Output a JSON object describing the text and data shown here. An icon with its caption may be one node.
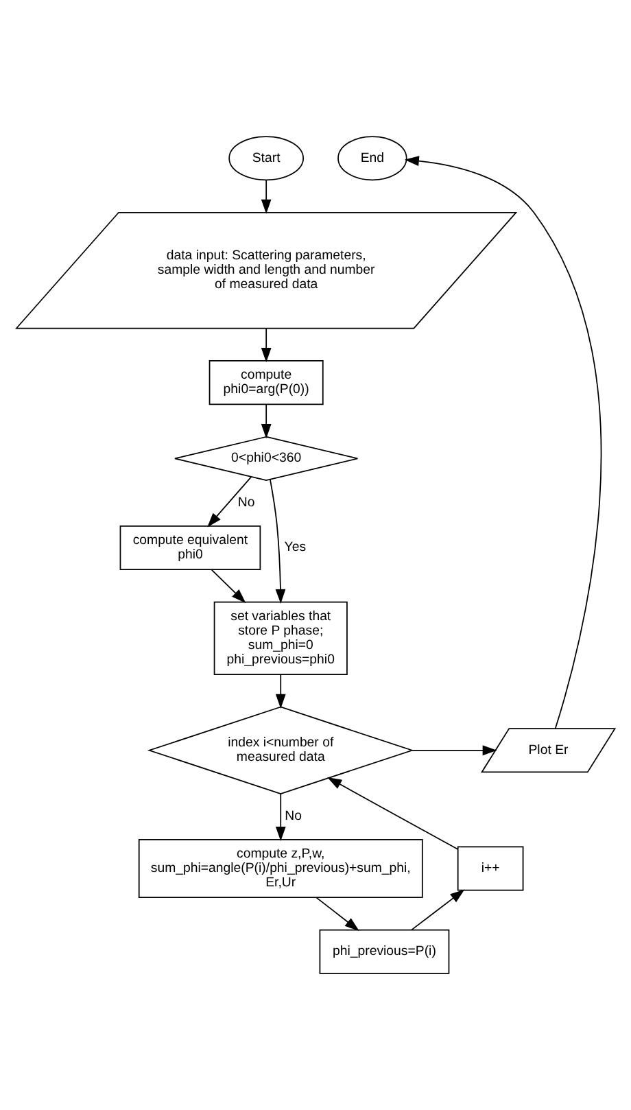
{
  "diagram": {
    "nodes": [
      {
        "text": [
          "Start"
        ]
      },
      {
        "text": [
          "data input: Scattering parameters, sample width and length and number of measured data"
        ]
      },
      {
        "text": [
          "compute phi0=arg(P(0))"
        ]
      },
      {
        "text": [
          "0<phi0<360"
        ]
      },
      {
        "text": [
          "compute equivalent phi0"
        ]
      },
      {
        "text": [
          "set variables that store P phase; sum_phi=0 phi_previous=phi0"
        ]
      },
      {
        "text": [
          "End"
        ]
      },
      {
        "text": [
          "index i<number of measured data"
        ]
      },
      {
        "text": [
          "Plot Er"
        ]
      },
      {
        "text": [
          "i++"
        ]
      },
      {
        "text": [
          "compute z,P,w, sum_phi=angle(P(i)/phi_previous)+sum_phi, Er,Ur"
        ]
      },
      {
        "text": [
          "phi_previous=P(i)"
        ]
      }
    ],
    "edges": [
      {
        "from": 0,
        "to": 1,
        "arrow": "to"
      },
      {
        "from": 1,
        "to": 2,
        "arrow": "to"
      },
      {
        "from": 2,
        "to": 3,
        "arrow": "to"
      },
      {
        "from": 3,
        "to": 4,
        "arrow": "to",
        "label": "No"
      },
      {
        "from": 3,
        "to": 5,
        "arrow": "to",
        "label": "Yes"
      },
      {
        "from": 4,
        "to": 5,
        "arrow": "to"
      },
      {
        "from": 5,
        "to": 7,
        "arrow": "to"
      },
      {
        "from": 7,
        "to": 8,
        "arrow": "to"
      },
      {
        "from": 8,
        "to": 6,
        "arrow": "to"
      },
      {
        "from": 7,
        "to": 10,
        "arrow": "to",
        "label": "No"
      },
      {
        "from": 10,
        "to": 11,
        "arrow": "to"
      },
      {
        "from": 11,
        "to": 9,
        "arrow": "to"
      },
      {
        "from": 9,
        "to": 7,
        "arrow": "to"
      }
    ]
  }
}
